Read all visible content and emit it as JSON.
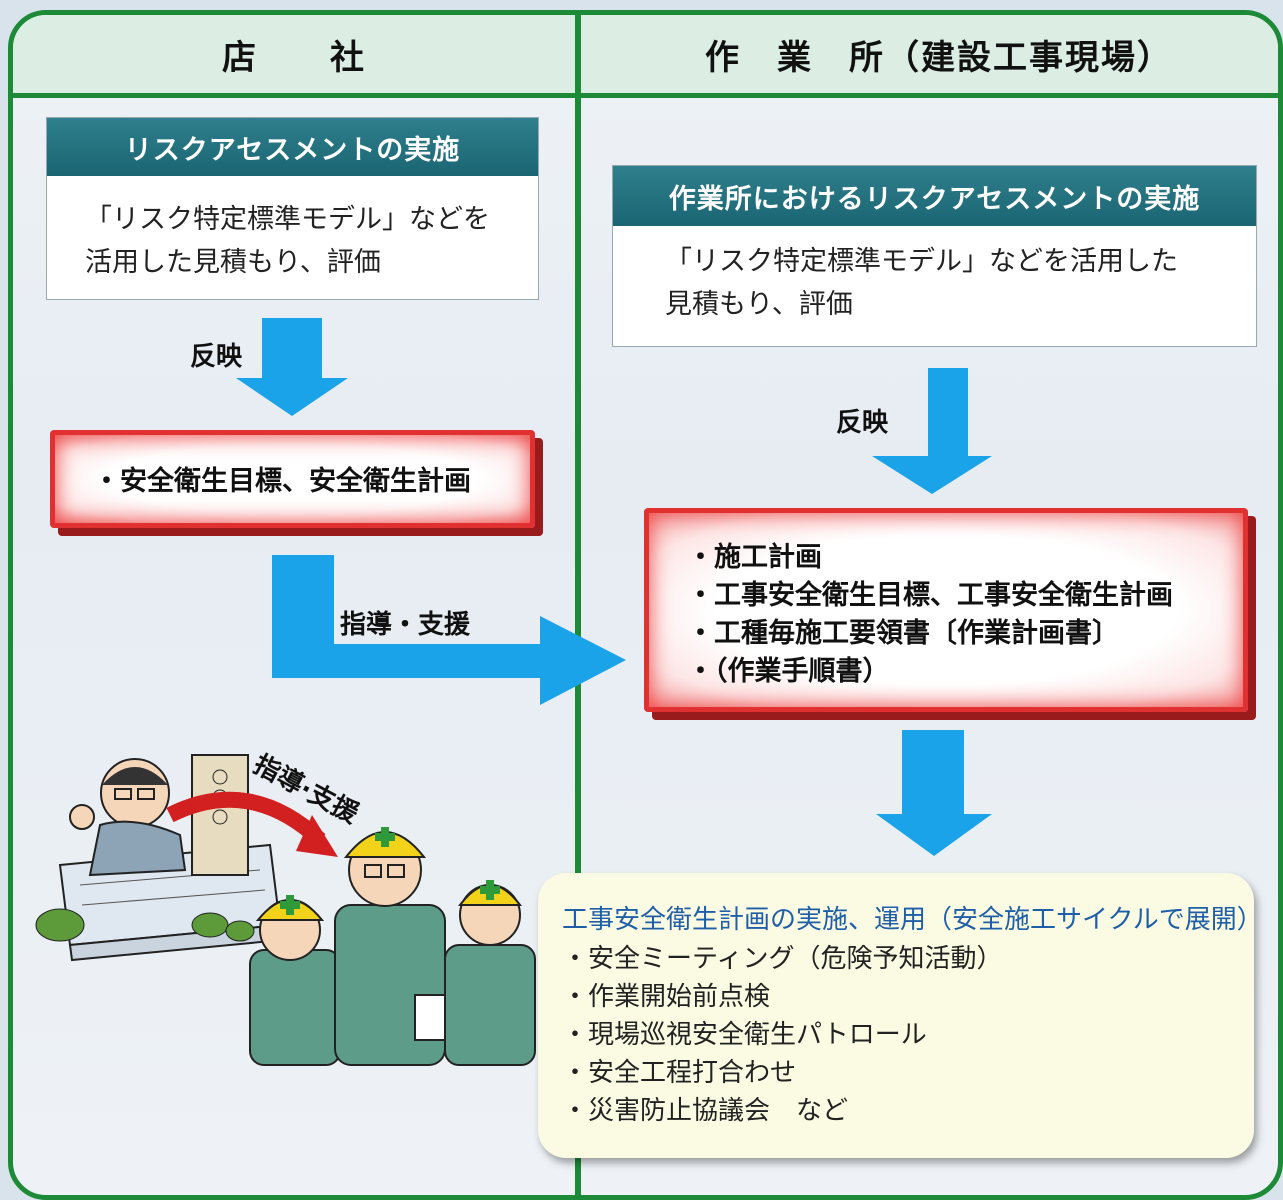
{
  "header": {
    "left": "店　　社",
    "right": "作　業　所（建設工事現場）"
  },
  "left": {
    "risk_box": {
      "title": "リスクアセスメントの実施",
      "lines": [
        "「リスク特定標準モデル」などを",
        "活用した見積もり、評価"
      ]
    },
    "arrow_label": "反映",
    "plan_box": {
      "line": "・安全衛生目標、安全衛生計画"
    },
    "guide_label": "指導・支援",
    "illustration": {
      "sign_text": "指導·支援"
    }
  },
  "right": {
    "risk_box": {
      "title": "作業所におけるリスクアセスメントの実施",
      "lines": [
        "「リスク特定標準モデル」などを活用した",
        "見積もり、評価"
      ]
    },
    "arrow_label": "反映",
    "plan_box": {
      "lines": [
        "・施工計画",
        "・工事安全衛生目標、工事安全衛生計画",
        "・工種毎施工要領書〔作業計画書〕",
        "・（作業手順書）"
      ]
    },
    "impl_box": {
      "title": "工事安全衛生計画の実施、運用（安全施工サイクルで展開）",
      "items": [
        "・安全ミーティング（危険予知活動）",
        "・作業開始前点検",
        "・現場巡視安全衛生パトロール",
        "・安全工程打合わせ",
        "・災害防止協議会　など"
      ]
    }
  },
  "colors": {
    "frame": "#1d8a37",
    "header_bg": "#dcede3",
    "caption": "#1b6573",
    "arrow": "#1aa3e8",
    "red": "#e03030",
    "impl_title": "#1f5fa8"
  }
}
